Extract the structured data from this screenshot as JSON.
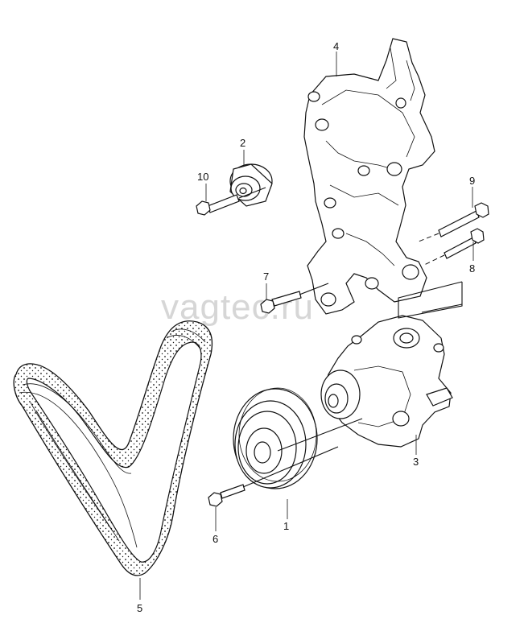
{
  "watermark": "vagtec.ru",
  "callouts": [
    {
      "id": "1",
      "text": "1"
    },
    {
      "id": "2",
      "text": "2"
    },
    {
      "id": "3",
      "text": "3"
    },
    {
      "id": "4",
      "text": "4"
    },
    {
      "id": "5",
      "text": "5"
    },
    {
      "id": "6",
      "text": "6"
    },
    {
      "id": "7",
      "text": "7"
    },
    {
      "id": "8",
      "text": "8"
    },
    {
      "id": "9",
      "text": "9"
    },
    {
      "id": "10",
      "text": "10"
    }
  ]
}
